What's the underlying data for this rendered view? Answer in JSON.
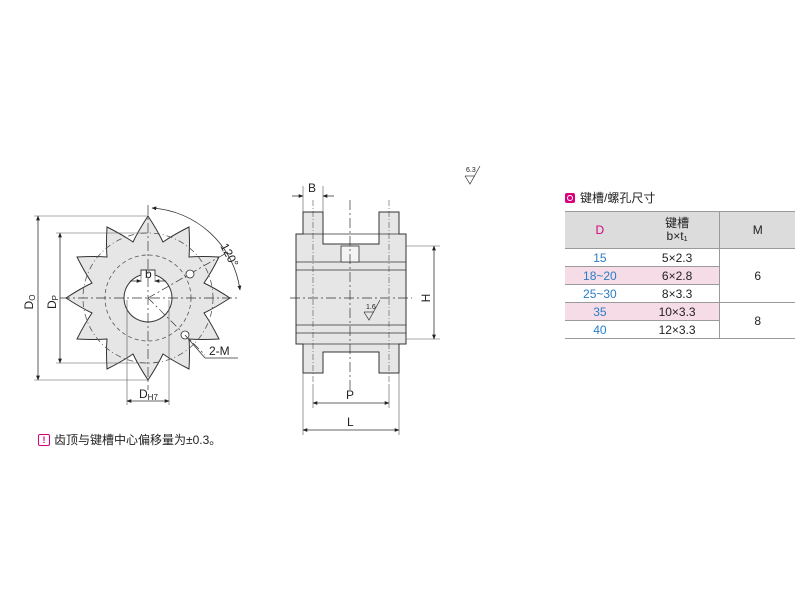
{
  "diagram": {
    "front_view": {
      "dim_do": "Do",
      "dim_dp": "Dp",
      "dim_b": "b",
      "dim_dh": "DH7",
      "angle": "120°",
      "thread": "2-M"
    },
    "side_view": {
      "dim_B": "B",
      "dim_H": "H",
      "dim_P": "P",
      "dim_L": "L",
      "roughness_inner": "1.6",
      "roughness_global": "6.3"
    }
  },
  "spec_table": {
    "title": "键槽/螺孔尺寸",
    "headers": {
      "d": "D",
      "keyway": "键槽",
      "keyway_sub": "b×t₁",
      "m": "M"
    },
    "rows": [
      {
        "d": "15",
        "keyway": "5×2.3",
        "highlight": false
      },
      {
        "d": "18~20",
        "keyway": "6×2.8",
        "highlight": true
      },
      {
        "d": "25~30",
        "keyway": "8×3.3",
        "highlight": false
      },
      {
        "d": "35",
        "keyway": "10×3.3",
        "highlight": true
      },
      {
        "d": "40",
        "keyway": "12×3.3",
        "highlight": false
      }
    ],
    "m_groups": [
      {
        "value": "6",
        "rowspan": 3
      },
      {
        "value": "8",
        "rowspan": 2
      }
    ]
  },
  "note": {
    "icon": "!",
    "text": "齿顶与键槽中心偏移量为±0.3。"
  },
  "colors": {
    "accent": "#d9007e",
    "value_blue": "#2a7cc7",
    "highlight": "#f5dce6",
    "header_bg": "#dcdcdc"
  }
}
